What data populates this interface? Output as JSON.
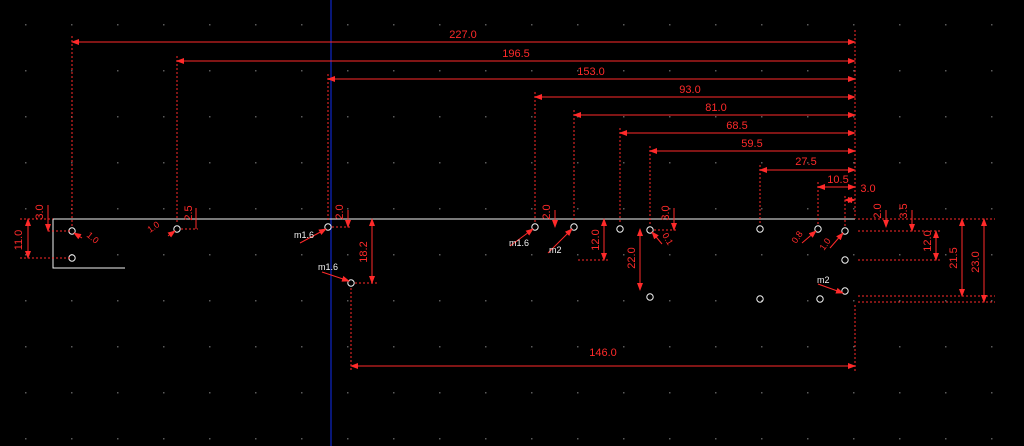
{
  "drawing": {
    "colors": {
      "background": "#000000",
      "part_outline": "#f2f2f2",
      "dimension": "#ff2a2a",
      "grid_dot": "#5a5a5a",
      "axis_line": "#0a1fa0"
    },
    "horizontal_dimensions": [
      "227.0",
      "196.5",
      "153.0",
      "93.0",
      "81.0",
      "68.5",
      "59.5",
      "27.5",
      "10.5",
      "3.0",
      "146.0"
    ],
    "vertical_dimensions": [
      "3.0",
      "11.0",
      "2.5",
      "2.0",
      "18.2",
      "2.0",
      "12.0",
      "22.0",
      "3.0",
      "2.0",
      "3.5",
      "12.0",
      "21.5",
      "23.0"
    ],
    "diagonal_labels": [
      "1.0",
      "1.0",
      "0.1",
      "0.8",
      "1.0"
    ],
    "hole_callouts": [
      "m1.6",
      "m1.6",
      "m1.6",
      "m2",
      "m2"
    ]
  }
}
